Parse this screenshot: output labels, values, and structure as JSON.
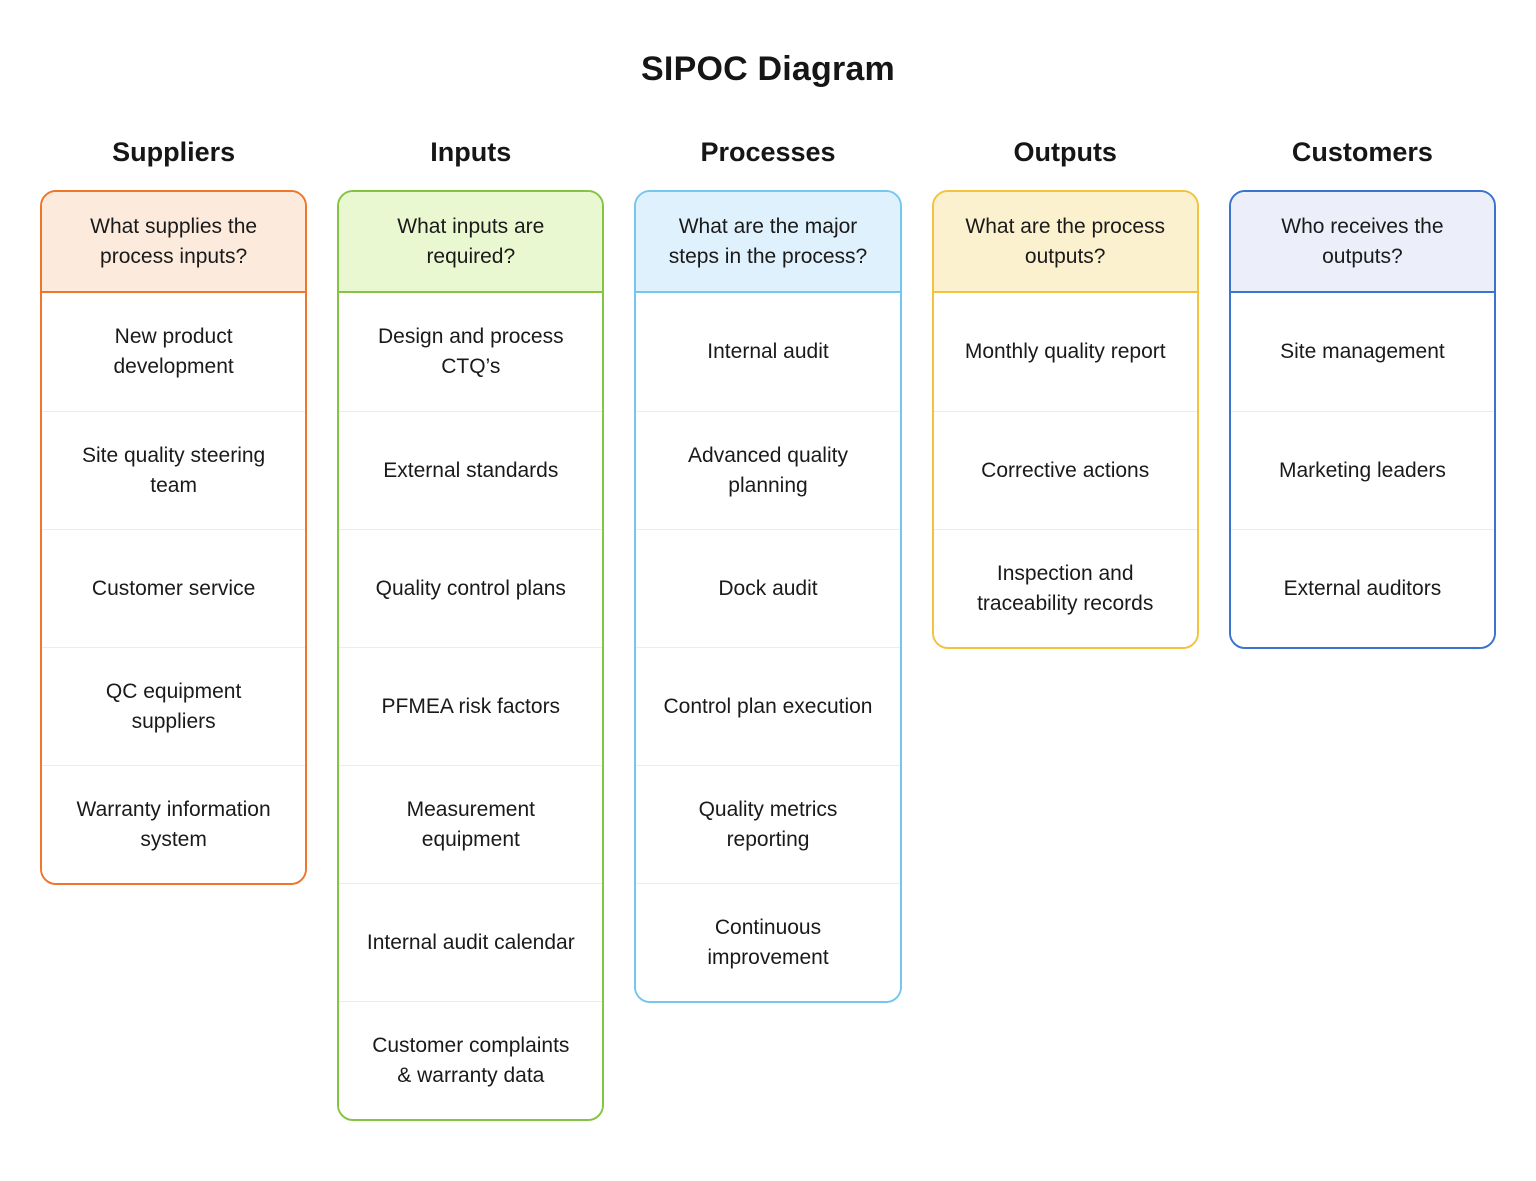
{
  "title": "SIPOC Diagram",
  "divider_color": "#ececec",
  "text_color": "#1a1a1a",
  "columns": [
    {
      "title": "Suppliers",
      "question": "What supplies the process inputs?",
      "accent_color": "#F0762B",
      "header_bg_color": "#FCEBDC",
      "items": [
        "New product development",
        "Site quality steering team",
        "Customer service",
        "QC equipment suppliers",
        "Warranty information system"
      ]
    },
    {
      "title": "Inputs",
      "question": "What inputs are required?",
      "accent_color": "#85C443",
      "header_bg_color": "#E9F8D1",
      "items": [
        "Design and process CTQ’s",
        "External standards",
        "Quality control plans",
        "PFMEA risk factors",
        "Measurement equipment",
        "Internal audit calendar",
        "Customer complaints & warranty data"
      ]
    },
    {
      "title": "Processes",
      "question": "What are the major steps in the process?",
      "accent_color": "#76C7F0",
      "header_bg_color": "#DFF1FC",
      "items": [
        "Internal audit",
        "Advanced quality planning",
        "Dock audit",
        "Control plan execution",
        "Quality metrics reporting",
        "Continuous improvement"
      ]
    },
    {
      "title": "Outputs",
      "question": "What are the process outputs?",
      "accent_color": "#F3C23E",
      "header_bg_color": "#FCF1CE",
      "items": [
        "Monthly quality report",
        "Corrective actions",
        "Inspection and traceability records"
      ]
    },
    {
      "title": "Customers",
      "question": "Who receives the outputs?",
      "accent_color": "#3B73CF",
      "header_bg_color": "#ECEFFA",
      "items": [
        "Site management",
        "Marketing leaders",
        "External auditors"
      ]
    }
  ]
}
